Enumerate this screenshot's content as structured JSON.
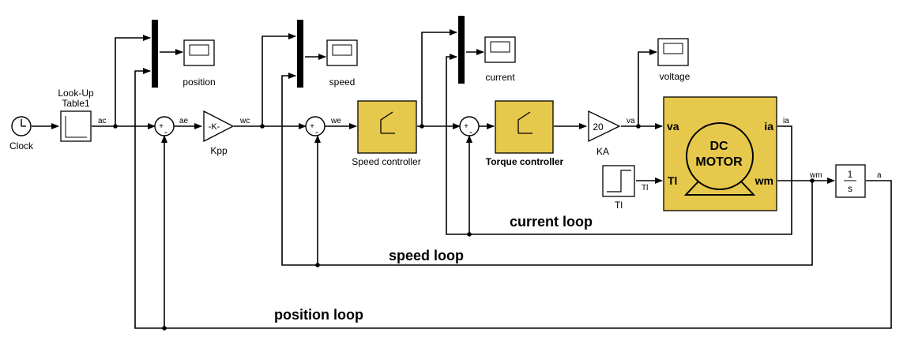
{
  "blocks": {
    "clock": "Clock",
    "lookup_line1": "Look-Up",
    "lookup_line2": "Table1",
    "kpp_gain": "-K-",
    "kpp": "Kpp",
    "speed_controller": "Speed controller",
    "torque_controller": "Torque controller",
    "ka_gain": "20",
    "ka": "KA",
    "tl": "Tl",
    "integrator_num": "1",
    "integrator_den": "s",
    "scopes": [
      "position",
      "speed",
      "current",
      "voltage"
    ]
  },
  "motor": {
    "line1": "DC",
    "line2": "MOTOR",
    "in_va": "va",
    "in_tl": "Tl",
    "out_ia": "ia",
    "out_wm": "wm"
  },
  "signals": {
    "ac": "ac",
    "ae": "ae",
    "wc": "wc",
    "we": "we",
    "va": "va",
    "ia": "ia",
    "wm": "wm",
    "a": "a",
    "tl": "Tl"
  },
  "sum_signs": {
    "plus": "+",
    "minus": "-"
  },
  "loops": {
    "current": "current loop",
    "speed": "speed loop",
    "position": "position loop"
  }
}
